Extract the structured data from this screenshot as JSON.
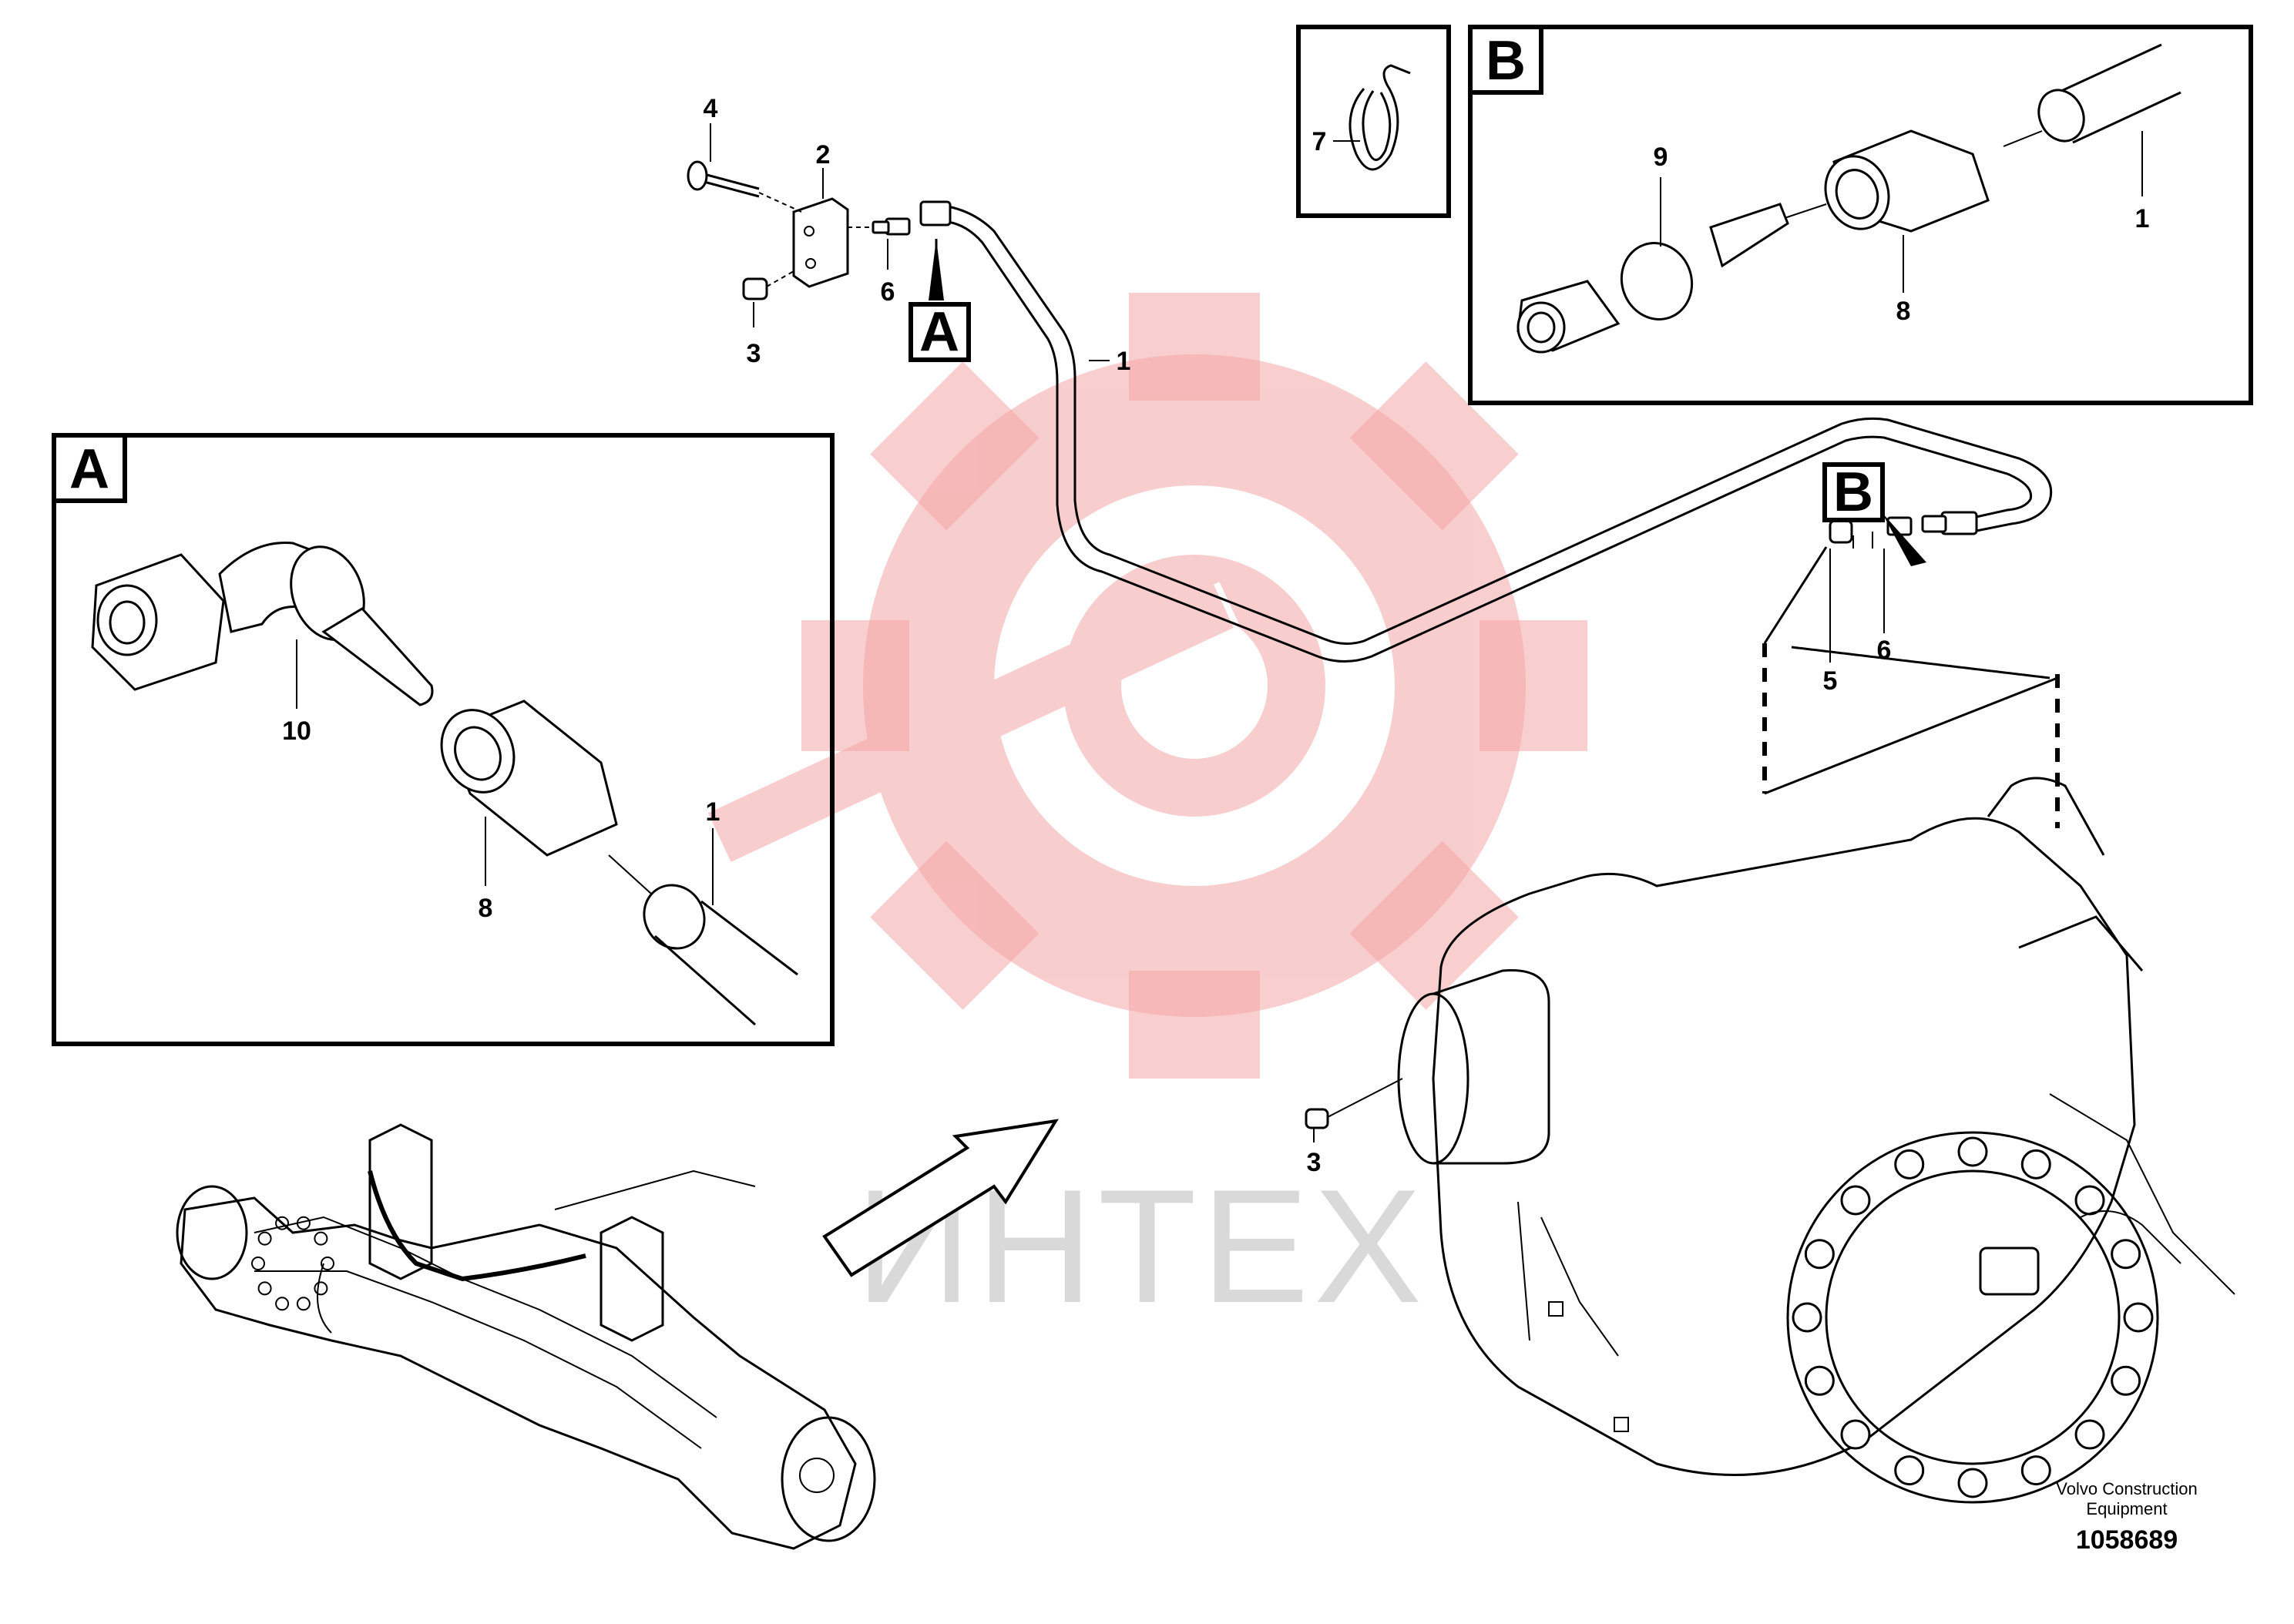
{
  "watermark": {
    "text": "ИНТЕХ",
    "color": "#f4a6a6"
  },
  "frames": {
    "detail_a_letter": "A",
    "detail_b_letter": "B",
    "tag_a_letter": "A",
    "tag_b_letter": "B"
  },
  "callouts": {
    "c4": "4",
    "c2": "2",
    "c6_top": "6",
    "c3_top": "3",
    "c1_pipe": "1",
    "c7": "7",
    "c9": "9",
    "c8_b": "8",
    "c1_b": "1",
    "c10": "10",
    "c8_a": "8",
    "c1_a": "1",
    "c5": "5",
    "c6_right": "6",
    "c3_housing": "3"
  },
  "footer": {
    "company_line1": "Volvo Construction",
    "company_line2": "Equipment",
    "document_number": "1058689"
  }
}
